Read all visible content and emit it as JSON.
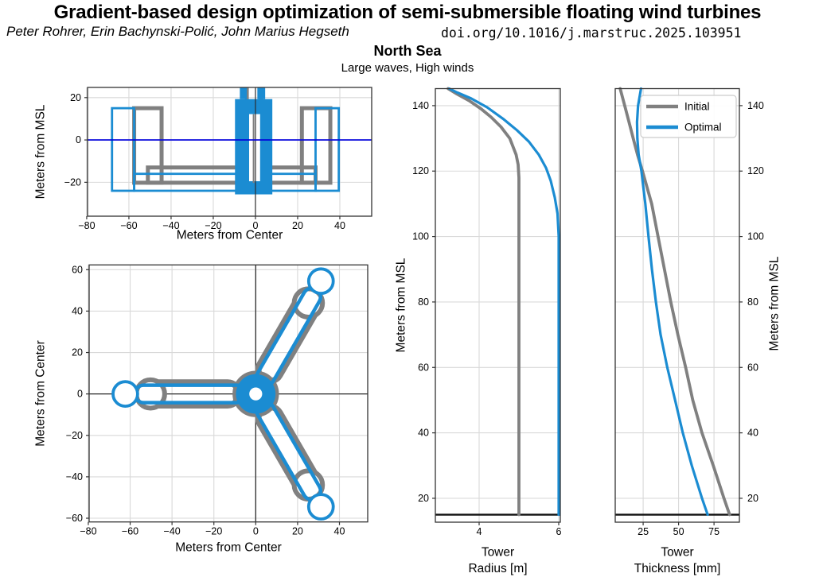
{
  "header": {
    "title": "Gradient-based design optimization of semi-submersible floating wind turbines",
    "authors": "Peter Rohrer, Erin Bachynski-Polić, John Marius Hegseth",
    "doi": "doi.org/10.1016/j.marstruc.2025.103951",
    "location": "North Sea",
    "conditions": "Large waves, High winds"
  },
  "colors": {
    "initial": "#808080",
    "optimal": "#1b8cd2",
    "waterline": "#0000dd",
    "grid": "#d9d9d9",
    "axis": "#333333",
    "zero_line": "#2b2b2b",
    "baseline": "#111111",
    "legend_border": "#cccccc"
  },
  "legend": {
    "items": [
      {
        "label": "Initial",
        "color_key": "initial"
      },
      {
        "label": "Optimal",
        "color_key": "optimal"
      }
    ]
  },
  "chart_data": [
    {
      "id": "side_view",
      "type": "diagram",
      "xlabel": "Meters from Center",
      "ylabel": "Meters from MSL",
      "xlim": [
        -79.6,
        55.1
      ],
      "ylim": [
        -36,
        24.8
      ],
      "xticks": [
        -80,
        -60,
        -40,
        -20,
        0,
        20,
        40
      ],
      "yticks": [
        -20,
        0,
        20
      ],
      "waterline_y": 0,
      "zero_x_line": 0,
      "initial": {
        "stroke_width": 5,
        "outline_rects": [
          {
            "x1": -57.5,
            "x2": -44.5,
            "y1": -20.2,
            "y2": 15
          },
          {
            "x1": 22.0,
            "x2": 35.5,
            "y1": -20.2,
            "y2": 15
          },
          {
            "x1": -4.1,
            "x2": 2.6,
            "y1": -20.4,
            "y2": 27
          },
          {
            "x1": -51.0,
            "x2": 28.5,
            "y1": -20.2,
            "y2": -13
          }
        ],
        "inner_line_x": -0.9
      },
      "optimal": {
        "stroke_width": 2.8,
        "outline_rects": [
          {
            "x1": -68.0,
            "x2": -57.5,
            "y1": -24,
            "y2": 15
          },
          {
            "x1": 28.5,
            "x2": 39.5,
            "y1": -24,
            "y2": 15
          },
          {
            "x1": -57.5,
            "x2": 28.5,
            "y1": -24,
            "y2": -16
          }
        ],
        "filled_rects": [
          {
            "x1": -9.7,
            "x2": 8.0,
            "y1": -25.7,
            "y2": 19.3
          },
          {
            "x1": -7.4,
            "x2": -4.1,
            "y1": 19.3,
            "y2": 27
          },
          {
            "x1": 0.9,
            "x2": 4.6,
            "y1": 19.3,
            "y2": 27
          }
        ],
        "cutout_rect": {
          "x1": -3.0,
          "x2": 2.2,
          "y1": -19.5,
          "y2": 12.2
        }
      }
    },
    {
      "id": "top_view",
      "type": "diagram",
      "xlabel": "Meters from Center",
      "ylabel": "Meters from Center",
      "xlim": [
        -79.6,
        53.5
      ],
      "ylim": [
        -61.8,
        62.3
      ],
      "xticks": [
        -80,
        -60,
        -40,
        -20,
        0,
        20,
        40
      ],
      "yticks": [
        -60,
        -40,
        -20,
        0,
        20,
        40,
        60
      ],
      "arm_angles_deg": [
        180,
        60,
        -60
      ],
      "initial": {
        "arm_halfwidth": 5.5,
        "arm_stroke": 8,
        "arm_inner": 8,
        "arm_outer": 56.5,
        "column_dist": 50.5,
        "column_r": 6.8,
        "column_stroke": 6,
        "center_r": 10,
        "center_stroke": 6
      },
      "optimal": {
        "arm_halfwidth": 4.2,
        "arm_stroke": 4.5,
        "arm_inner": 5,
        "arm_outer": 58,
        "column_dist": 62.6,
        "column_r": 5.9,
        "column_stroke": 3.8,
        "center_r": 9.5,
        "center_hole_r": 3.1
      }
    },
    {
      "id": "tower_radius",
      "type": "line",
      "xlabel_lines": [
        "Tower",
        "Radius [m]"
      ],
      "ylabel": "Meters from MSL",
      "xlim": [
        2.9,
        6.04
      ],
      "ylim": [
        12.7,
        145.2
      ],
      "xticks": [
        4,
        6
      ],
      "yticks": [
        20,
        40,
        60,
        80,
        100,
        120,
        140
      ],
      "baseline_y": 15,
      "series": [
        {
          "name": "Initial",
          "points": [
            [
              5,
              15
            ],
            [
              5,
              118
            ],
            [
              4.98,
              122
            ],
            [
              4.93,
              125
            ],
            [
              4.77,
              130
            ],
            [
              4.55,
              133.5
            ],
            [
              4.3,
              136.5
            ],
            [
              4.05,
              139
            ],
            [
              3.75,
              141.5
            ],
            [
              3.45,
              143.5
            ],
            [
              3.22,
              145.2
            ]
          ]
        },
        {
          "name": "Optimal",
          "points": [
            [
              6,
              15
            ],
            [
              6,
              100
            ],
            [
              5.97,
              107
            ],
            [
              5.9,
              112
            ],
            [
              5.8,
              117
            ],
            [
              5.68,
              121
            ],
            [
              5.5,
              125
            ],
            [
              5.25,
              129
            ],
            [
              4.95,
              132.5
            ],
            [
              4.6,
              136
            ],
            [
              4.2,
              139.5
            ],
            [
              3.8,
              142.2
            ],
            [
              3.45,
              144
            ],
            [
              3.25,
              145.2
            ]
          ]
        }
      ]
    },
    {
      "id": "tower_thickness",
      "type": "line",
      "xlabel_lines": [
        "Tower",
        "Thickness [mm]"
      ],
      "ylabel": "Meters from MSL",
      "yaxis_side": "right",
      "xlim": [
        5.3,
        92.9
      ],
      "ylim": [
        12.7,
        145.2
      ],
      "xticks": [
        25,
        50,
        75
      ],
      "yticks": [
        20,
        40,
        60,
        80,
        100,
        120,
        140
      ],
      "baseline_y": 15,
      "show_legend": true,
      "series": [
        {
          "name": "Initial",
          "points": [
            [
              86,
              15
            ],
            [
              82,
              20
            ],
            [
              74.5,
              30
            ],
            [
              66.5,
              40
            ],
            [
              60,
              50
            ],
            [
              55,
              60
            ],
            [
              49.5,
              70
            ],
            [
              44.5,
              80
            ],
            [
              40,
              90
            ],
            [
              35.5,
              100
            ],
            [
              31,
              110
            ],
            [
              24.5,
              120
            ],
            [
              21,
              125
            ],
            [
              18,
              130
            ],
            [
              15,
              135
            ],
            [
              12,
              140
            ],
            [
              8.8,
              145.2
            ]
          ]
        },
        {
          "name": "Optimal",
          "points": [
            [
              70.5,
              15
            ],
            [
              66.5,
              20
            ],
            [
              59.3,
              30
            ],
            [
              53,
              40
            ],
            [
              47.5,
              50
            ],
            [
              42,
              60
            ],
            [
              37.3,
              70
            ],
            [
              34,
              80
            ],
            [
              31.2,
              90
            ],
            [
              28.8,
              100
            ],
            [
              26.5,
              110
            ],
            [
              23.8,
              120
            ],
            [
              21.8,
              125
            ],
            [
              20.9,
              130
            ],
            [
              20.7,
              135
            ],
            [
              21.4,
              140
            ],
            [
              23.5,
              145.2
            ]
          ]
        }
      ]
    }
  ]
}
